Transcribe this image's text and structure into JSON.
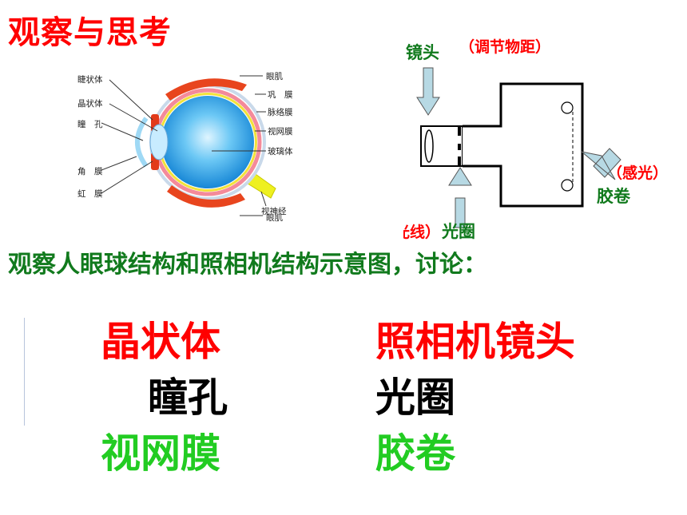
{
  "title": "观察与思考",
  "eye": {
    "labels": {
      "ciliary_body": "睫状体",
      "lens": "晶状体",
      "pupil": "瞳　孔",
      "cornea": "角　膜",
      "iris": "虹　膜",
      "eye_muscle_top": "眼肌",
      "sclera": "巩　膜",
      "choroid": "脉络膜",
      "retina": "视网膜",
      "vitreous": "玻璃体",
      "optic_nerve": "视神经",
      "eye_muscle_bottom": "眼肌"
    }
  },
  "camera": {
    "lens_label": "镜头",
    "lens_note": "（调节物距）",
    "aperture_label": "光圈",
    "aperture_note": "（控制光线）",
    "film_label": "胶卷",
    "film_note": "（感光）"
  },
  "question": "观察人眼球结构和照相机结构示意图，讨论：",
  "comparison": {
    "rows": [
      {
        "eye": "晶状体",
        "camera": "照相机镜头"
      },
      {
        "eye": "瞳孔",
        "camera": "光圈"
      },
      {
        "eye": "视网膜",
        "camera": "胶卷"
      }
    ]
  }
}
